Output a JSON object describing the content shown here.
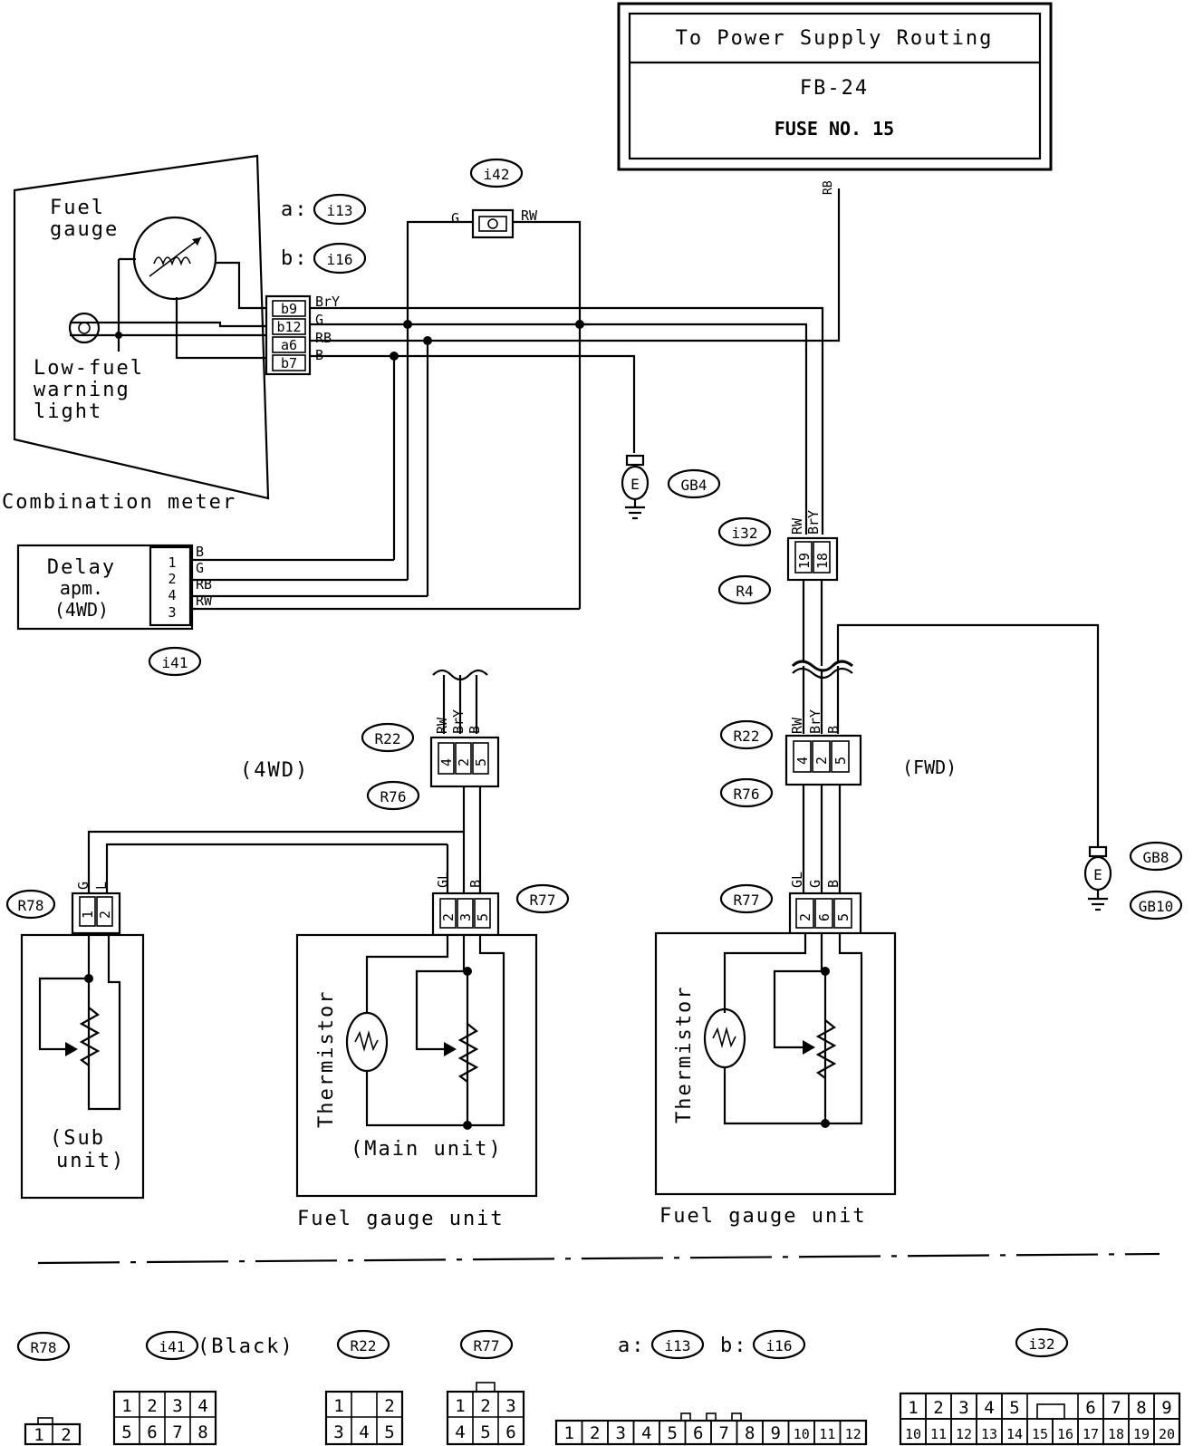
{
  "power": {
    "title": "To Power Supply Routing",
    "fuse_block": "FB-24",
    "fuse": "FUSE NO. 15",
    "wire": "RB"
  },
  "meter": {
    "gauge_label_1": "Fuel",
    "gauge_label_2": "gauge",
    "lamp_1": "Low-fuel",
    "lamp_2": "warning",
    "lamp_3": "light",
    "name": "Combination meter",
    "conn_a_prefix": "a:",
    "conn_a": "i13",
    "conn_b_prefix": "b:",
    "conn_b": "i16",
    "pins": [
      "b9",
      "b12",
      "a6",
      "b7"
    ],
    "wires": [
      "BrY",
      "G",
      "RB",
      "B"
    ]
  },
  "i42": {
    "id": "i42",
    "left": "G",
    "right": "RW"
  },
  "ground_gb4": "GB4",
  "ground_e": "E",
  "delay": {
    "line1": "Delay",
    "line2": "apm.",
    "line3": "(4WD)",
    "conn": "i41",
    "pins": [
      "1",
      "2",
      "4",
      "3"
    ],
    "wires": [
      "B",
      "G",
      "RB",
      "RW"
    ]
  },
  "i32": {
    "id": "i32",
    "r4": "R4",
    "wires": [
      "RW",
      "BrY"
    ],
    "pins": [
      "19",
      "18"
    ]
  },
  "left": {
    "mode": "(4WD)",
    "r22": "R22",
    "r76": "R76",
    "r77": "R77",
    "r78": "R78",
    "top_wires": [
      "RW",
      "BrY",
      "B"
    ],
    "top_pins": [
      "4",
      "2",
      "5"
    ],
    "main_wires": [
      "GL",
      "B"
    ],
    "main_pins": [
      "2",
      "3",
      "5"
    ],
    "sub_wires": [
      "G",
      "L"
    ],
    "sub_pins": [
      "1",
      "2"
    ],
    "sub_1": "(Sub",
    "sub_2": "unit)",
    "thermistor": "Thermistor",
    "main": "(Main unit)",
    "unit": "Fuel gauge unit"
  },
  "right": {
    "mode": "(FWD)",
    "r22": "R22",
    "r76": "R76",
    "r77": "R77",
    "top_wires": [
      "RW",
      "BrY",
      "B"
    ],
    "top_pins": [
      "4",
      "2",
      "5"
    ],
    "low_wires": [
      "GL",
      "G",
      "B"
    ],
    "low_pins": [
      "2",
      "6",
      "5"
    ],
    "gb8": "GB8",
    "gb10": "GB10",
    "thermistor": "Thermistor",
    "unit": "Fuel gauge unit"
  },
  "legend": {
    "r78": "R78",
    "r78_pins": [
      "1",
      "2"
    ],
    "i41": "i41",
    "i41_note": "(Black)",
    "i41_row1": [
      "1",
      "2",
      "3",
      "4"
    ],
    "i41_row2": [
      "5",
      "6",
      "7",
      "8"
    ],
    "r22": "R22",
    "r22_row1": [
      "1",
      "2"
    ],
    "r22_row2": [
      "3",
      "4",
      "5"
    ],
    "r77": "R77",
    "r77_row1": [
      "1",
      "2",
      "3"
    ],
    "r77_row2": [
      "4",
      "5",
      "6"
    ],
    "a_prefix": "a:",
    "a": "i13",
    "b_prefix": "b:",
    "b": "i16",
    "ab_pins": [
      "1",
      "2",
      "3",
      "4",
      "5",
      "6",
      "7",
      "8",
      "9",
      "10",
      "11",
      "12"
    ],
    "i32": "i32",
    "i32_row1": [
      "1",
      "2",
      "3",
      "4",
      "5",
      "6",
      "7",
      "8",
      "9"
    ],
    "i32_row2": [
      "10",
      "11",
      "12",
      "13",
      "14",
      "15",
      "16",
      "17",
      "18",
      "19",
      "20"
    ]
  }
}
